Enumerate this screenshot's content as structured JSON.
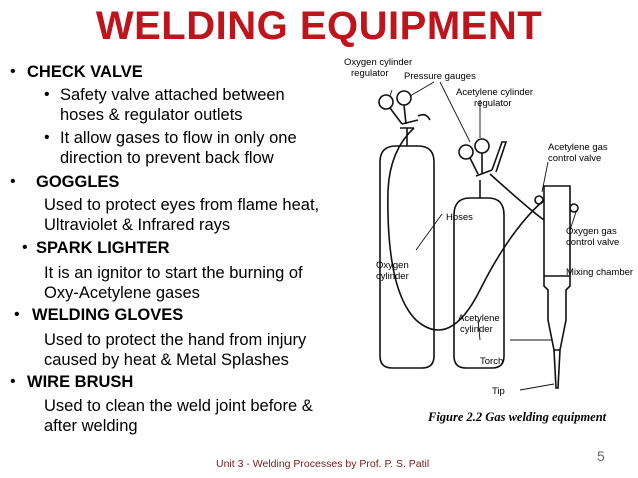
{
  "title": "WELDING EQUIPMENT",
  "items": [
    {
      "heading": "CHECK VALVE"
    },
    {
      "sub1": "Safety valve attached between",
      "sub1b": "hoses & regulator outlets",
      "sub2": "It allow gases to flow in only one",
      "sub2b": "direction to prevent back flow"
    },
    {
      "heading": "GOGGLES",
      "desc1": "Used to protect eyes from flame heat,",
      "desc2": "Ultraviolet & Infrared rays"
    },
    {
      "heading": "SPARK LIGHTER",
      "desc1": "It is an ignitor to start the burning of",
      "desc2": "Oxy-Acetylene gases"
    },
    {
      "heading": "WELDING GLOVES",
      "desc1": "Used to protect the hand from injury",
      "desc2": "caused by heat & Metal Splashes"
    },
    {
      "heading": "WIRE BRUSH",
      "desc1": "Used to clean the weld joint before &",
      "desc2": "after welding"
    }
  ],
  "bullet": "•",
  "figure": {
    "caption": "Figure 2.2 Gas welding equipment",
    "labels": {
      "oxy_reg_1": "Oxygen cylinder",
      "oxy_reg_2": "regulator",
      "pressure": "Pressure gauges",
      "ace_reg_1": "Acetylene cylinder",
      "ace_reg_2": "regulator",
      "ace_valve_1": "Acetylene gas",
      "ace_valve_2": "control valve",
      "hoses": "Hoses",
      "oxy_valve_1": "Oxygen gas",
      "oxy_valve_2": "control valve",
      "oxy_cyl_1": "Oxygen",
      "oxy_cyl_2": "cylinder",
      "mixing": "Mixing chamber",
      "ace_cyl_1": "Acetylene",
      "ace_cyl_2": "cylinder",
      "torch": "Torch",
      "tip": "Tip"
    }
  },
  "footer": "Unit 3 - Welding Processes by Prof. P. S. Patil",
  "page_number": "5",
  "colors": {
    "title": "#c0141c",
    "footer": "#7a1a1a"
  }
}
